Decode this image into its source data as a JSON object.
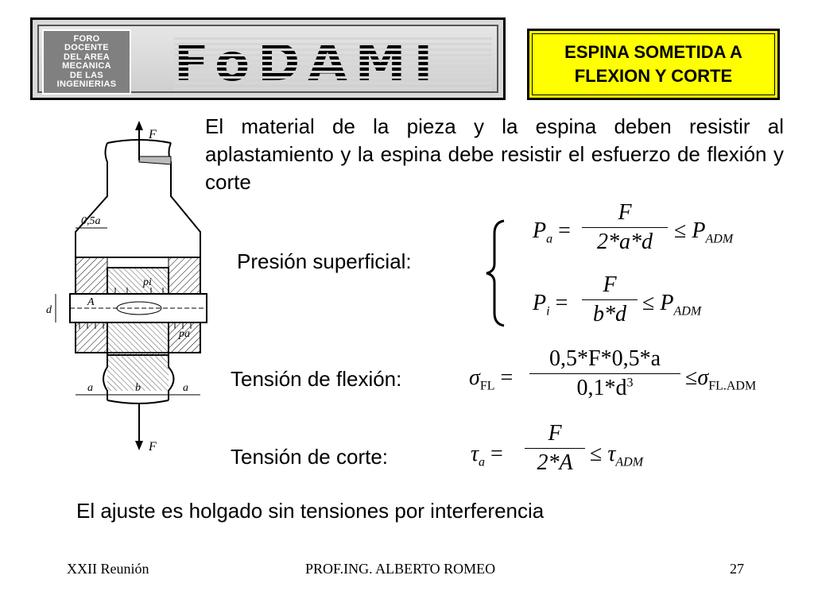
{
  "logo": {
    "box_lines": [
      "FORO",
      "DOCENTE",
      "DEL AREA",
      "MECANICA",
      "DE LAS",
      "INGENIERIAS"
    ],
    "wordmark": "FoDAMI"
  },
  "title": {
    "line1": "ESPINA SOMETIDA A",
    "line2": "FLEXION Y CORTE"
  },
  "intro": "El material de la pieza y la espina deben resistir al aplastamiento y la espina debe resistir el esfuerzo de flexión y corte",
  "labels": {
    "presion": "Presión superficial:",
    "flexion": "Tensión de flexión:",
    "corte": "Tensión de corte:"
  },
  "formulas": {
    "pa": {
      "lhs": "P",
      "lhs_sub": "a",
      "num": "F",
      "den": "2*a*d",
      "rhs": "P",
      "rhs_sub": "ADM"
    },
    "pi": {
      "lhs": "P",
      "lhs_sub": "i",
      "num": "F",
      "den": "b*d",
      "rhs": "P",
      "rhs_sub": "ADM"
    },
    "flex": {
      "lhs": "σ",
      "lhs_sub": "FL",
      "num": "0,5*F*0,5*a",
      "den": "0,1*d",
      "den_sup": "3",
      "rhs": "σ",
      "rhs_sub": "FL.ADM"
    },
    "corte": {
      "lhs": "τ",
      "lhs_sub": "a",
      "num": "F",
      "den": "2*A",
      "rhs": "τ",
      "rhs_sub": "ADM"
    }
  },
  "diagram_labels": {
    "F_top": "F",
    "F_bottom": "F",
    "half_a": "0,5a",
    "d": "d",
    "A": "A",
    "pi": "pi",
    "pa": "pa",
    "a_left": "a",
    "b": "b",
    "a_right": "a"
  },
  "conclusion": "El ajuste es holgado sin tensiones por interferencia",
  "footer": {
    "left": "XXII Reunión",
    "center": "PROF.ING. ALBERTO ROMEO",
    "right": "27"
  }
}
